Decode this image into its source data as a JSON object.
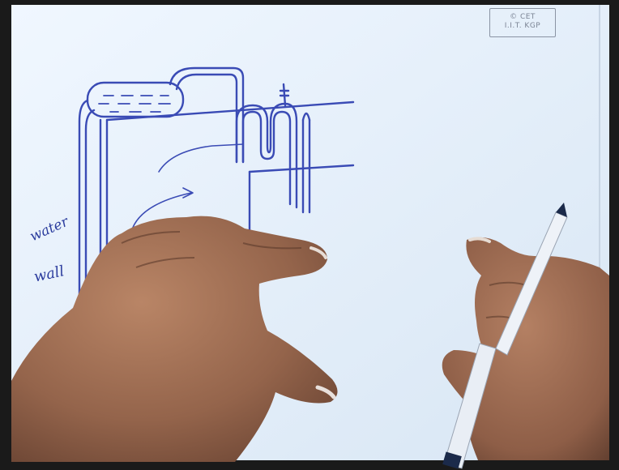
{
  "watermark": {
    "line1": "© CET",
    "line2": "I.I.T. KGP"
  },
  "annotations": {
    "label_line1": "water",
    "label_line2": "wall"
  },
  "colors": {
    "paper": "#e7f1fb",
    "ink": "#3a4bb5",
    "skin": "#9b6b52",
    "pen_body": "#e9eef5",
    "pen_tip": "#1b2a4a"
  }
}
